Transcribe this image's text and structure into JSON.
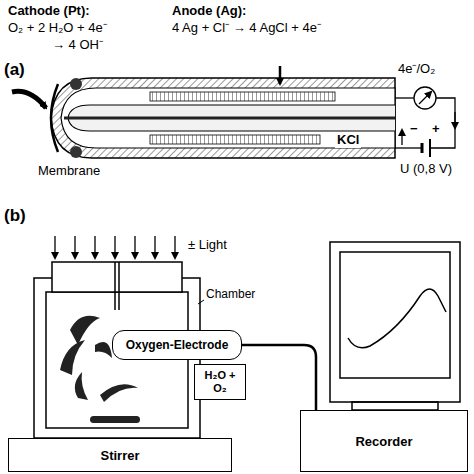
{
  "diagram": {
    "nodes": [
      {
        "text": [
          "Oxygen-Electrode"
        ]
      },
      {
        "text": [
          "H₂O + O₂"
        ]
      },
      {
        "text": [
          "Stirrer"
        ]
      },
      {
        "text": [
          "Recorder"
        ]
      }
    ],
    "edges": [
      {
        "from": 0,
        "to": 3,
        "arrow": "none"
      }
    ],
    "labels": [
      "Cathode (Pt):",
      "O₂ + 2 H₂O + 4e⁻",
      "→ 4 OH⁻",
      "Anode (Ag):",
      "4 Ag + Cl⁻ → 4 AgCl + 4e⁻",
      "(a)",
      "4e⁻/O₂",
      "KCl",
      "Membrane",
      "−",
      "+",
      "U (0,8 V)",
      "(b)",
      "± Light",
      "Chamber"
    ]
  }
}
